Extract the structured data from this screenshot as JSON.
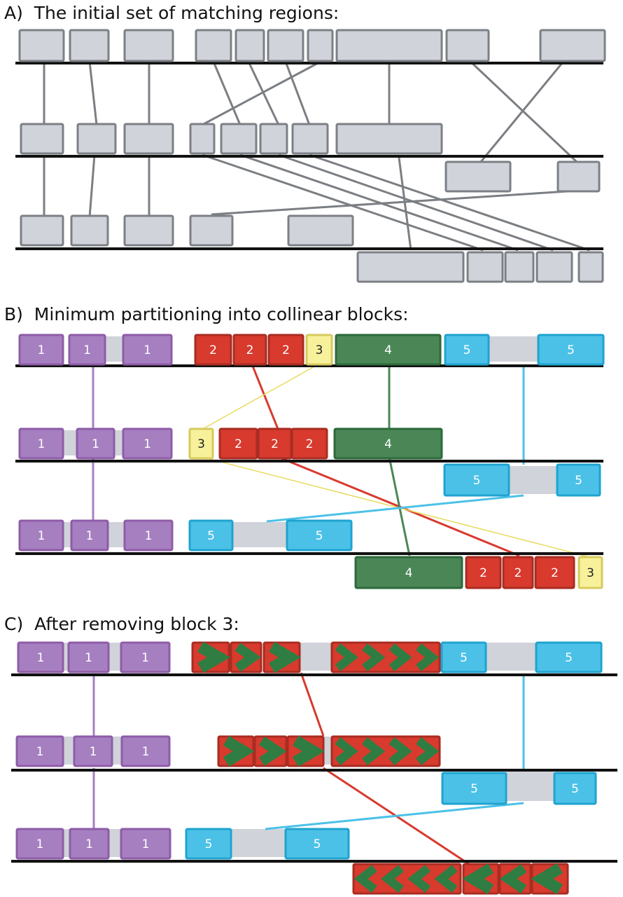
{
  "panels": {
    "a": {
      "title": "A)  The initial set of matching regions:"
    },
    "b": {
      "title": "B)  Minimum partitioning into collinear blocks:"
    },
    "c": {
      "title": "C)  After removing block 3:"
    }
  },
  "colors": {
    "chromosome": "#111111",
    "region_fill": "#d0d3d9",
    "region_stroke": "#7c8086",
    "link_gray": "#7b7e83",
    "block_1": "#a57fc0",
    "block_1_stroke": "#8e5ca8",
    "block_2": "#d83a2e",
    "block_2_stroke": "#a82c22",
    "block_3": "#f8f19b",
    "block_3_stroke": "#d6ca5e",
    "block_4": "#4a8656",
    "block_4_stroke": "#2c6a3b",
    "block_5": "#4cc1e8",
    "block_5_stroke": "#1fa3cf",
    "link_3": "#e8db61",
    "arrow_green": "#2f7d42"
  },
  "block_labels": {
    "b1": "1",
    "b2": "2",
    "b3": "3",
    "b4": "4",
    "b5": "5"
  }
}
